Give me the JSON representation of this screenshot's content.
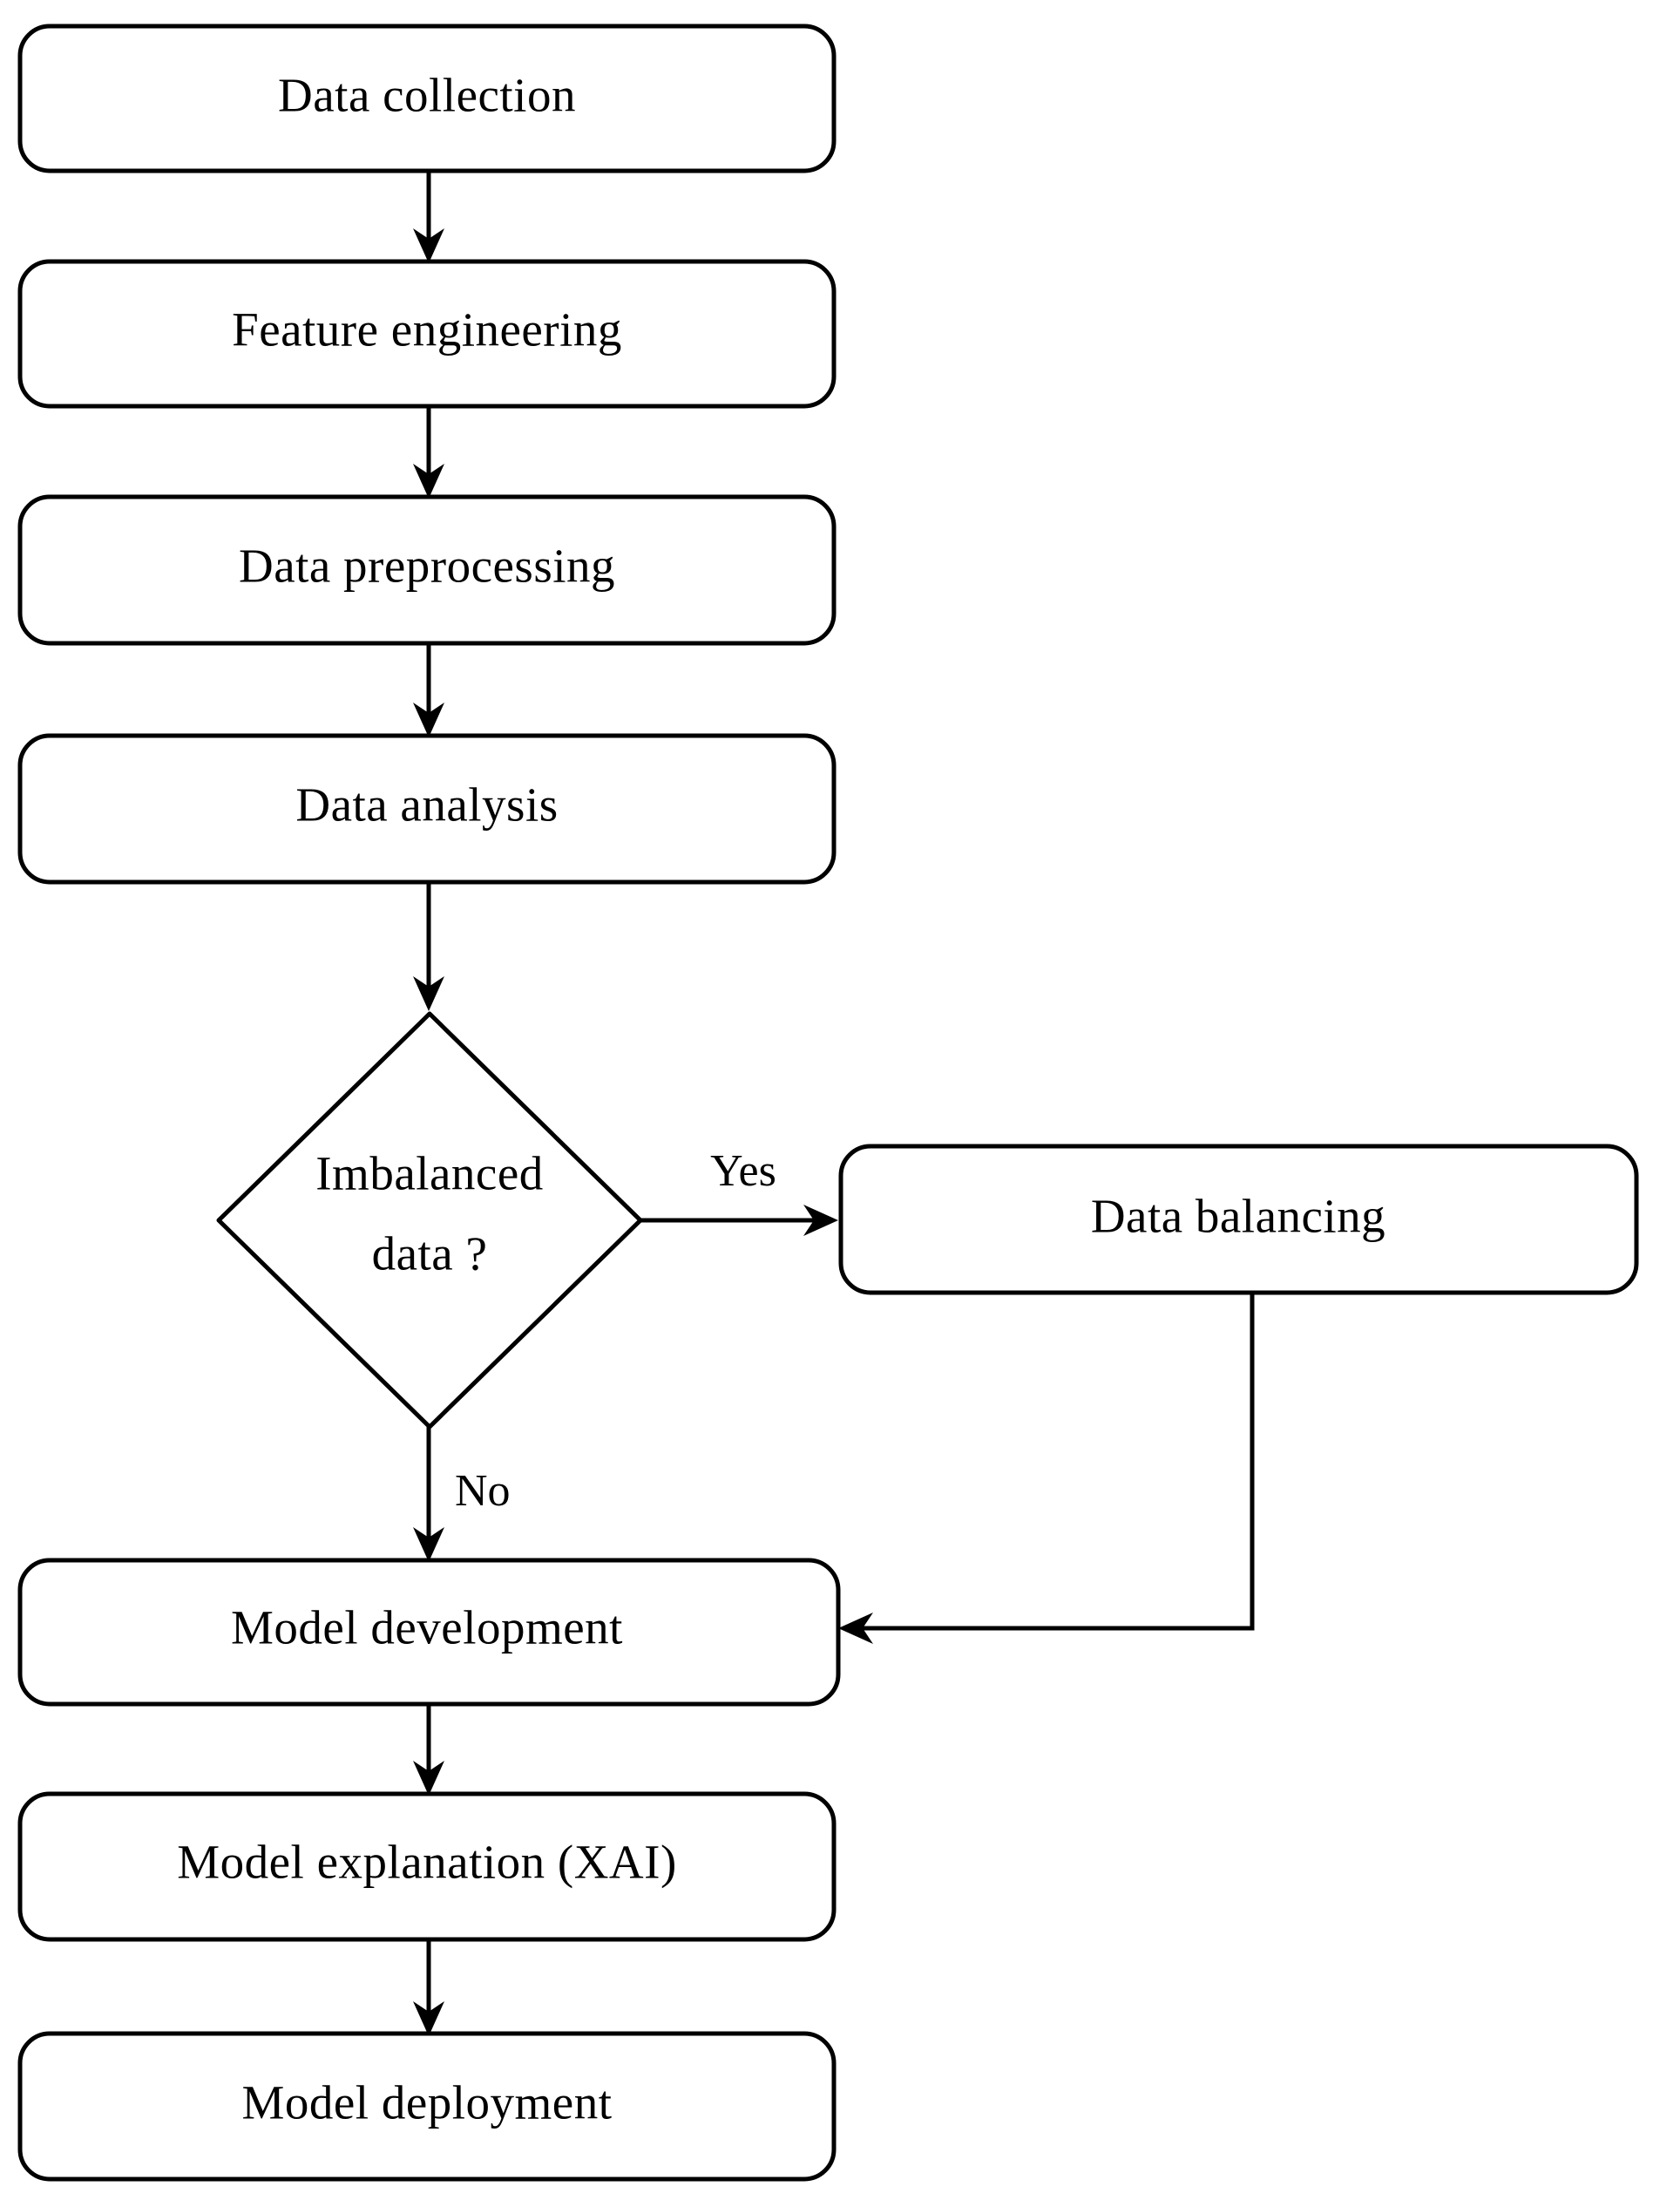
{
  "diagram": {
    "type": "flowchart",
    "title": "Machine learning pipeline flowchart",
    "orientation": "top-to-bottom",
    "background_color": "#ffffff",
    "line_color": "#000000",
    "text_color": "#000000"
  },
  "nodes": [
    {
      "id": "data-collection",
      "label": "Data collection",
      "shape": "rounded-rectangle"
    },
    {
      "id": "feature-engineering",
      "label": "Feature engineering",
      "shape": "rounded-rectangle"
    },
    {
      "id": "data-preprocessing",
      "label": "Data preprocessing",
      "shape": "rounded-rectangle"
    },
    {
      "id": "data-analysis",
      "label": "Data analysis",
      "shape": "rounded-rectangle"
    },
    {
      "id": "imbalanced-decision",
      "label_line1": "Imbalanced",
      "label_line2": "data ?",
      "shape": "diamond"
    },
    {
      "id": "data-balancing",
      "label": "Data balancing",
      "shape": "rounded-rectangle"
    },
    {
      "id": "model-development",
      "label": "Model development",
      "shape": "rounded-rectangle"
    },
    {
      "id": "model-explanation",
      "label": "Model explanation (XAI)",
      "shape": "rounded-rectangle"
    },
    {
      "id": "model-deployment",
      "label": "Model deployment",
      "shape": "rounded-rectangle"
    }
  ],
  "edges": [
    {
      "id": "e1",
      "from": "data-collection",
      "to": "feature-engineering",
      "label": ""
    },
    {
      "id": "e2",
      "from": "feature-engineering",
      "to": "data-preprocessing",
      "label": ""
    },
    {
      "id": "e3",
      "from": "data-preprocessing",
      "to": "data-analysis",
      "label": ""
    },
    {
      "id": "e4",
      "from": "data-analysis",
      "to": "imbalanced-decision",
      "label": ""
    },
    {
      "id": "e5",
      "from": "imbalanced-decision",
      "to": "data-balancing",
      "label": "Yes"
    },
    {
      "id": "e6",
      "from": "imbalanced-decision",
      "to": "model-development",
      "label": "No"
    },
    {
      "id": "e7",
      "from": "data-balancing",
      "to": "model-development",
      "label": ""
    },
    {
      "id": "e8",
      "from": "model-development",
      "to": "model-explanation",
      "label": ""
    },
    {
      "id": "e9",
      "from": "model-explanation",
      "to": "model-deployment",
      "label": ""
    }
  ],
  "edge_labels": {
    "yes": "Yes",
    "no": "No"
  }
}
